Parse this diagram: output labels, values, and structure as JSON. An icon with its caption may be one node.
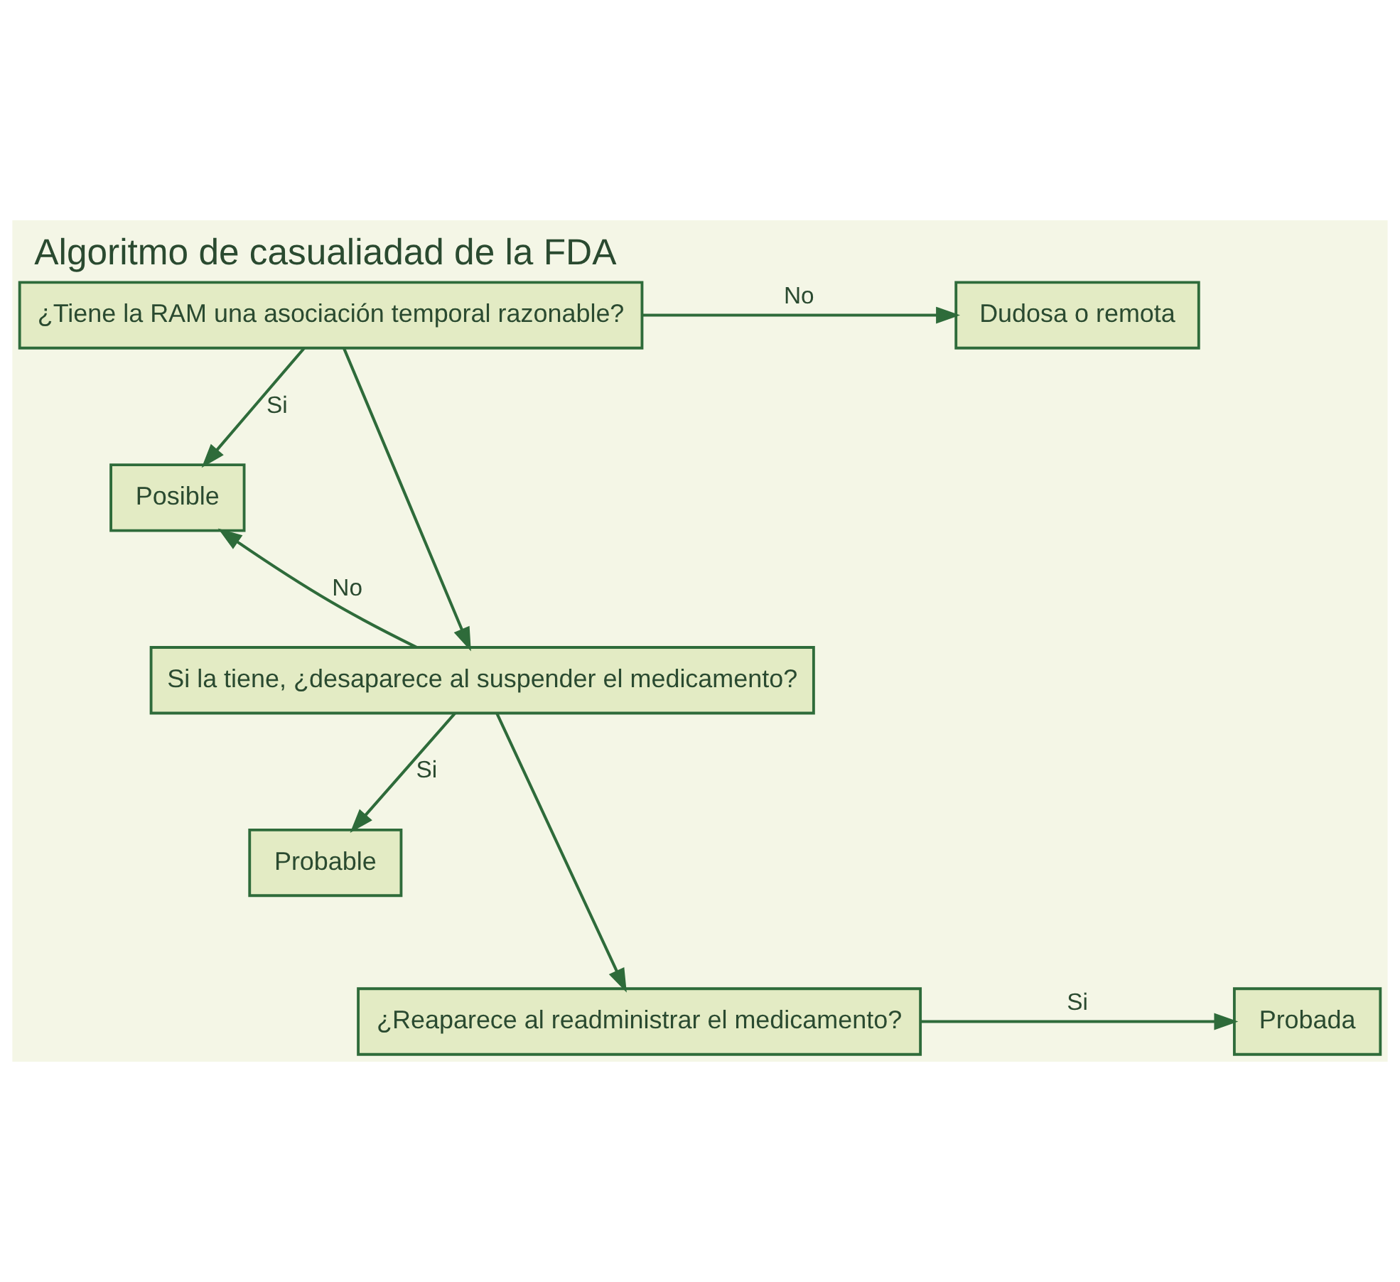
{
  "diagram": {
    "title": "Algoritmo de casualiadad de la FDA",
    "nodes": [
      {
        "text": [
          "¿Tiene la RAM una asociación temporal razonable?"
        ]
      },
      {
        "text": [
          "Dudosa o remota"
        ]
      },
      {
        "text": [
          "Posible"
        ]
      },
      {
        "text": [
          "Si la tiene, ¿desaparece al suspender el medicamento?"
        ]
      },
      {
        "text": [
          "Probable"
        ]
      },
      {
        "text": [
          "¿Reaparece al readministrar el medicamento?"
        ]
      },
      {
        "text": [
          "Probada"
        ]
      }
    ],
    "edges": [
      {
        "from": 0,
        "to": 1,
        "arrow": "to",
        "label": "No"
      },
      {
        "from": 0,
        "to": 2,
        "arrow": "to",
        "label": "Si"
      },
      {
        "from": 0,
        "to": 3,
        "arrow": "to"
      },
      {
        "from": 3,
        "to": 2,
        "arrow": "to",
        "label": "No"
      },
      {
        "from": 3,
        "to": 4,
        "arrow": "to",
        "label": "Si"
      },
      {
        "from": 3,
        "to": 5,
        "arrow": "to"
      },
      {
        "from": 5,
        "to": 6,
        "arrow": "to",
        "label": "Si"
      }
    ]
  }
}
